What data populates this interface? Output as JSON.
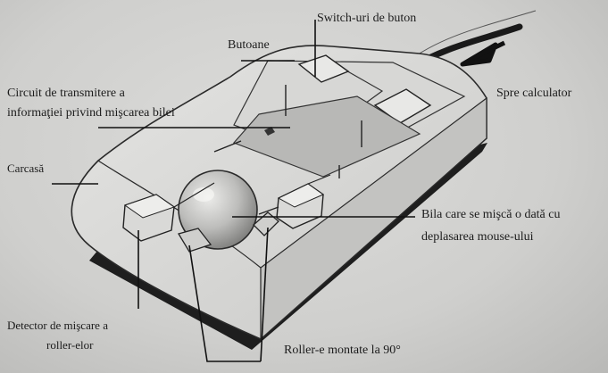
{
  "diagram": {
    "labels": {
      "switches": "Switch-uri de buton",
      "buttons": "Butoane",
      "circuit_line1": "Circuit de transmitere a",
      "circuit_line2": "informaţiei privind mişcarea bilei",
      "to_computer": "Spre calculator",
      "case": "Carcasă",
      "ball_line1": "Bila care se mişcă o dată cu",
      "ball_line2": "deplasarea mouse-ului",
      "detector_line1": "Detector de mişcare a",
      "detector_line2": "roller-elor",
      "rollers": "Roller-e montate la 90°"
    }
  }
}
